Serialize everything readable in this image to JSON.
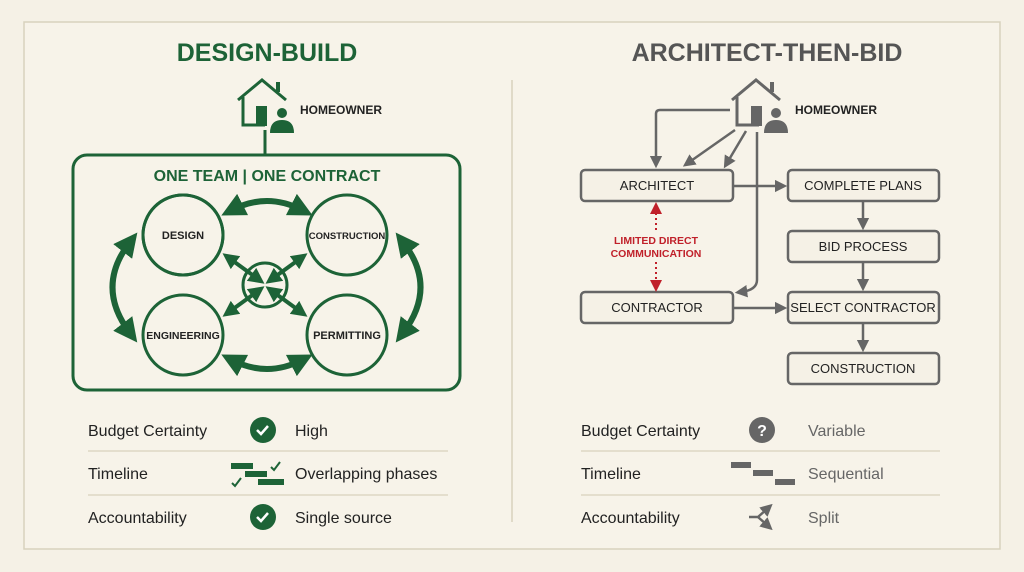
{
  "left": {
    "title": "DESIGN-BUILD",
    "homeowner": "HOMEOWNER",
    "team_label": "ONE TEAM | ONE CONTRACT",
    "nodes": [
      "DESIGN",
      "CONSTRUCTION",
      "ENGINEERING",
      "PERMITTING"
    ],
    "rows": [
      {
        "label": "Budget Certainty",
        "icon": "check-circle-icon",
        "value": "High"
      },
      {
        "label": "Timeline",
        "icon": "overlapping-gantt-icon",
        "value": "Overlapping phases"
      },
      {
        "label": "Accountability",
        "icon": "check-circle-icon",
        "value": "Single source"
      }
    ],
    "color": "#1d6337"
  },
  "right": {
    "title": "ARCHITECT-THEN-BID",
    "homeowner": "HOMEOWNER",
    "architect": "ARCHITECT",
    "contractor": "CONTRACTOR",
    "communication_note": [
      "LIMITED DIRECT",
      "COMMUNICATION"
    ],
    "steps": [
      "COMPLETE PLANS",
      "BID PROCESS",
      "SELECT CONTRACTOR",
      "CONSTRUCTION"
    ],
    "rows": [
      {
        "label": "Budget Certainty",
        "icon": "question-circle-icon",
        "value": "Variable"
      },
      {
        "label": "Timeline",
        "icon": "sequential-gantt-icon",
        "value": "Sequential"
      },
      {
        "label": "Accountability",
        "icon": "split-arrows-icon",
        "value": "Split"
      }
    ],
    "color": "#666666",
    "note_color": "#c0202a"
  }
}
